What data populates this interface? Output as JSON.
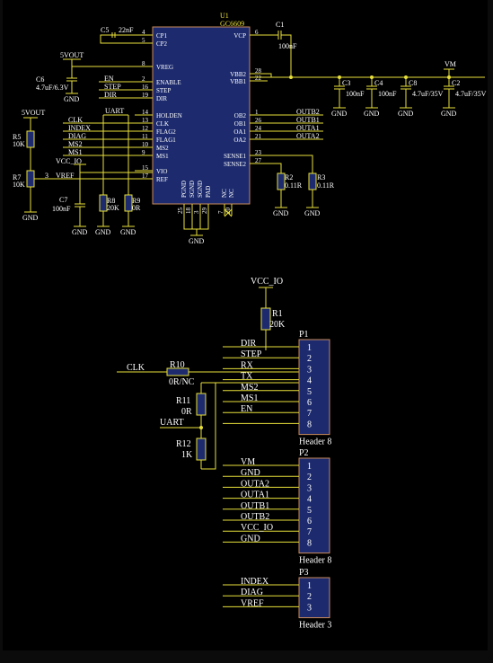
{
  "u1": {
    "ref": "U1",
    "part": "GC6609",
    "left_pins": [
      {
        "num": "4",
        "name": "CP1"
      },
      {
        "num": "5",
        "name": "CP2"
      },
      {
        "num": "8",
        "name": "VREG"
      },
      {
        "num": "2",
        "name": "ENABLE"
      },
      {
        "num": "16",
        "name": "STEP"
      },
      {
        "num": "19",
        "name": "DIR"
      },
      {
        "num": "14",
        "name": "HOLDEN"
      },
      {
        "num": "13",
        "name": "CLK"
      },
      {
        "num": "12",
        "name": "FLAG2"
      },
      {
        "num": "11",
        "name": "FLAG1"
      },
      {
        "num": "10",
        "name": "MS2"
      },
      {
        "num": "9",
        "name": "MS1"
      },
      {
        "num": "15",
        "name": "VIO"
      },
      {
        "num": "17",
        "name": "REF"
      }
    ],
    "right_pins": [
      {
        "num": "6",
        "name": "VCP"
      },
      {
        "num": "28",
        "name": "VBB2"
      },
      {
        "num": "22",
        "name": "VBB1"
      },
      {
        "num": "1",
        "name": "OB2"
      },
      {
        "num": "26",
        "name": "OB1"
      },
      {
        "num": "24",
        "name": "OA1"
      },
      {
        "num": "21",
        "name": "OA2"
      },
      {
        "num": "23",
        "name": "SENSE1"
      },
      {
        "num": "27",
        "name": "SENSE2"
      }
    ],
    "bottom_pins": [
      {
        "num": "25",
        "name": "PGND"
      },
      {
        "num": "18",
        "name": "SGND"
      },
      {
        "num": "3",
        "name": "SGND"
      },
      {
        "num": "29",
        "name": "PAD"
      },
      {
        "num": "7",
        "name": "NC"
      },
      {
        "num": "20",
        "name": "NC"
      }
    ]
  },
  "nets": {
    "en": "EN",
    "step": "STEP",
    "dir": "DIR",
    "clk": "CLK",
    "index": "INDEX",
    "diag": "DIAG",
    "ms2": "MS2",
    "ms1": "MS1",
    "vcc_io": "VCC_IO",
    "vref": "VREF",
    "uart": "UART",
    "outb2": "OUTB2",
    "outb1": "OUTB1",
    "outa1": "OUTA1",
    "outa2": "OUTA2",
    "vm": "VM",
    "v5vout": "5VOUT",
    "gnd": "GND",
    "rx": "RX",
    "tx": "TX",
    "vm_label": "VM"
  },
  "components": {
    "c5": {
      "ref": "C5",
      "value": "22nF"
    },
    "c1": {
      "ref": "C1",
      "value": "100nF"
    },
    "c6": {
      "ref": "C6",
      "value": "4.7uF/6.3V"
    },
    "c3": {
      "ref": "C3",
      "value": "100nF"
    },
    "c4": {
      "ref": "C4",
      "value": "100nF"
    },
    "c8": {
      "ref": "C8",
      "value": "4.7uF/35V"
    },
    "c2": {
      "ref": "C2",
      "value": "4.7uF/35V"
    },
    "c7": {
      "ref": "C7",
      "value": "100nF"
    },
    "r5": {
      "ref": "R5",
      "value": "10K"
    },
    "r7": {
      "ref": "R7",
      "value": "10K"
    },
    "r8": {
      "ref": "R8",
      "value": "20K"
    },
    "r9": {
      "ref": "R9",
      "value": "0R"
    },
    "r2": {
      "ref": "R2",
      "value": "0.11R"
    },
    "r3": {
      "ref": "R3",
      "value": "0.11R"
    },
    "r1": {
      "ref": "R1",
      "value": "20K"
    },
    "r10": {
      "ref": "R10",
      "value": "0R/NC"
    },
    "r11": {
      "ref": "R11",
      "value": "0R"
    },
    "r12": {
      "ref": "R12",
      "value": "1K"
    }
  },
  "r7_pin": "3",
  "p1": {
    "ref": "P1",
    "title": "Header 8",
    "pins": [
      "1",
      "2",
      "3",
      "4",
      "5",
      "6",
      "7",
      "8"
    ],
    "nets": [
      "DIR",
      "STEP",
      "RX",
      "TX",
      "MS2",
      "MS1",
      "EN"
    ]
  },
  "p2": {
    "ref": "P2",
    "title": "Header 8",
    "pins": [
      "1",
      "2",
      "3",
      "4",
      "5",
      "6",
      "7",
      "8"
    ],
    "nets": [
      "VM",
      "GND",
      "OUTA2",
      "OUTA1",
      "OUTB1",
      "OUTB2",
      "VCC_IO",
      "GND"
    ]
  },
  "p3": {
    "ref": "P3",
    "title": "Header 3",
    "pins": [
      "1",
      "2",
      "3"
    ],
    "nets": [
      "INDEX",
      "DIAG",
      "VREF"
    ]
  }
}
